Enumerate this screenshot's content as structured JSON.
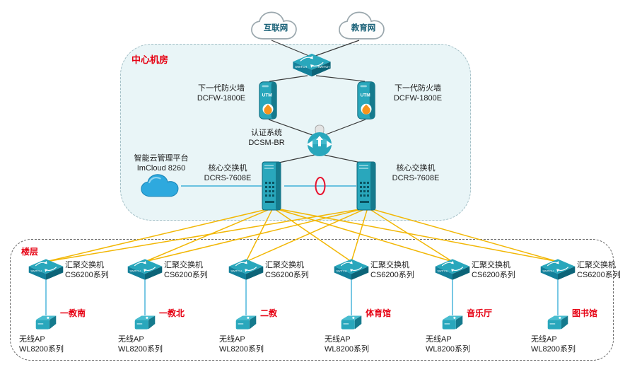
{
  "colors": {
    "device_teal": "#29a7bc",
    "device_teal_dark": "#157a8d",
    "line_yellow": "#f2b705",
    "line_blue": "#3fb0d8",
    "label_red": "#e60012",
    "room_fill": "#e9f5f7",
    "orange_flame": "#f7941d",
    "red_oval": "#e8112d"
  },
  "icons": {
    "internet_cloud": "cloud-icon",
    "education_cloud": "cloud-icon",
    "top_switch": "switch-icon",
    "firewall": "utm-firewall-icon",
    "auth_device": "auth-device-icon",
    "cloud_platform": "blue-cloud-icon",
    "core_switch": "core-switch-tower-icon",
    "aggregation_switch": "switch-icon",
    "wireless_ap": "access-point-icon",
    "link_aggregation": "red-oval-link-icon"
  },
  "device_texts": {
    "switch": "SWITCH",
    "utm": "UTM"
  },
  "clouds": {
    "internet": "互联网",
    "education": "教育网"
  },
  "room": {
    "label": "中心机房",
    "firewall_left": {
      "name": "下一代防火墙",
      "model": "DCFW-1800E"
    },
    "firewall_right": {
      "name": "下一代防火墙",
      "model": "DCFW-1800E"
    },
    "auth": {
      "name": "认证系统",
      "model": "DCSM-BR"
    },
    "cloud_platform": {
      "name": "智能云管理平台",
      "model": "ImCloud 8260"
    },
    "core_left": {
      "name": "核心交换机",
      "model": "DCRS-7608E"
    },
    "core_right": {
      "name": "核心交换机",
      "model": "DCRS-7608E"
    }
  },
  "floors": {
    "label": "楼层",
    "buildings": [
      {
        "name": "一教南",
        "switch_name": "汇聚交换机",
        "switch_model": "CS6200系列",
        "ap_name": "无线AP",
        "ap_model": "WL8200系列"
      },
      {
        "name": "一教北",
        "switch_name": "汇聚交换机",
        "switch_model": "CS6200系列",
        "ap_name": "无线AP",
        "ap_model": "WL8200系列"
      },
      {
        "name": "二教",
        "switch_name": "汇聚交换机",
        "switch_model": "CS6200系列",
        "ap_name": "无线AP",
        "ap_model": "WL8200系列"
      },
      {
        "name": "体育馆",
        "switch_name": "汇聚交换机",
        "switch_model": "CS6200系列",
        "ap_name": "无线AP",
        "ap_model": "WL8200系列"
      },
      {
        "name": "音乐厅",
        "switch_name": "汇聚交换机",
        "switch_model": "CS6200系列",
        "ap_name": "无线AP",
        "ap_model": "WL8200系列"
      },
      {
        "name": "图书馆",
        "switch_name": "汇聚交换机",
        "switch_model": "CS6200系列",
        "ap_name": "无线AP",
        "ap_model": "WL8200系列"
      }
    ]
  }
}
